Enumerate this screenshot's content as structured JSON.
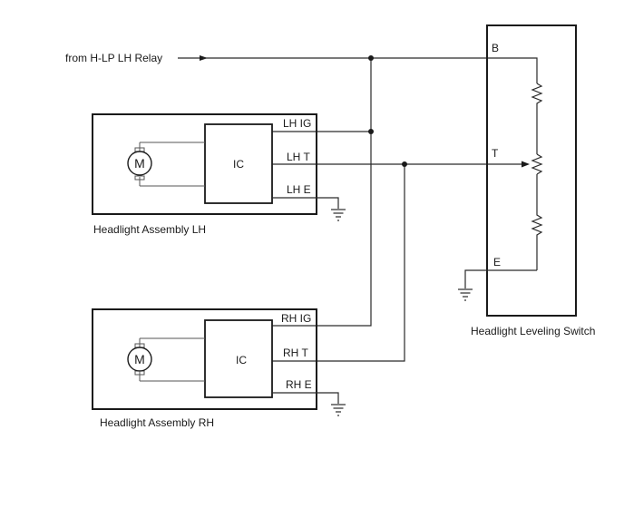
{
  "source_label": "from H-LP LH Relay",
  "assy_lh": {
    "caption": "Headlight Assembly LH",
    "ic_label": "IC",
    "motor_label": "M",
    "pins": {
      "ig": "LH IG",
      "t": "LH T",
      "e": "LH E"
    }
  },
  "assy_rh": {
    "caption": "Headlight Assembly RH",
    "ic_label": "IC",
    "motor_label": "M",
    "pins": {
      "ig": "RH IG",
      "t": "RH T",
      "e": "RH E"
    }
  },
  "switch": {
    "caption": "Headlight Leveling Switch",
    "pins": {
      "b": "B",
      "t": "T",
      "e": "E"
    }
  },
  "colors": {
    "line": "#1a1a1a",
    "background": "#ffffff"
  }
}
